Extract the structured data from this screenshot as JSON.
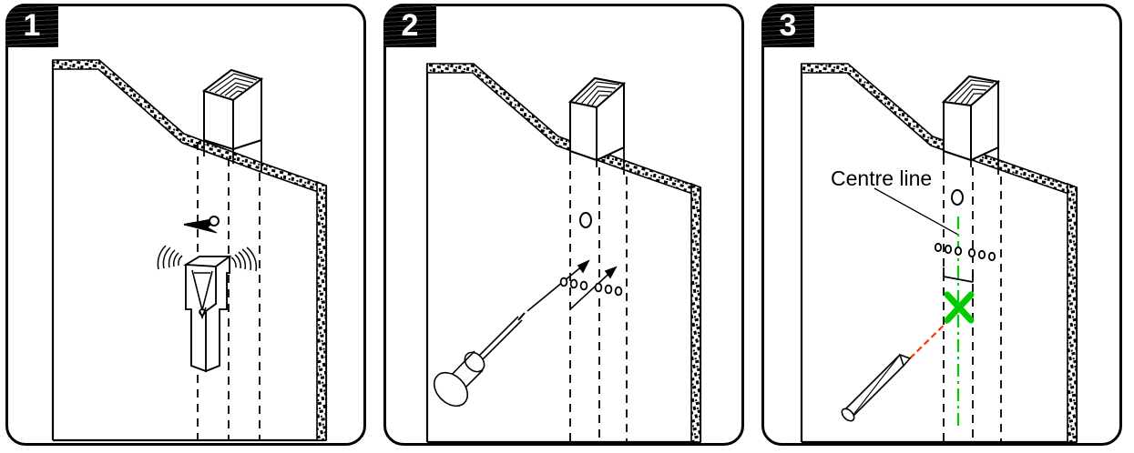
{
  "document": {
    "type": "instruction-diagram",
    "title": "Stud locating and marking instructions",
    "panel_count": 3
  },
  "panels": [
    {
      "number": "1",
      "name": "locate-stud-with-detector",
      "caption": "",
      "elements": {
        "detector": "stud-finder-device",
        "arrow": "scan-direction-arrow",
        "waves": "signal-waves",
        "post": "timber-stud",
        "guides": "dashed-centre-guides"
      }
    },
    {
      "number": "2",
      "name": "probe-stud-edges-with-screwdriver",
      "caption": "",
      "elements": {
        "tool": "screwdriver",
        "holes": "probe-holes",
        "arrows": "probe-direction-arrows",
        "hole_single": "fixing-hole",
        "post": "timber-stud",
        "guides": "dashed-centre-guides"
      }
    },
    {
      "number": "3",
      "name": "mark-centre-line-with-pencil",
      "caption": "Centre line",
      "elements": {
        "tool": "pencil",
        "laser": "marking-line",
        "cross": "centre-mark-cross",
        "centre_line": "centre-line",
        "leader": "leader-line",
        "bracket": "stud-width-bracket",
        "post": "timber-stud",
        "guides": "dashed-centre-guides"
      }
    }
  ],
  "labels": {
    "centre_line": "Centre line"
  },
  "colors": {
    "ink": "#000000",
    "paper": "#ffffff",
    "centre_green": "#00cc00",
    "mark_red": "#ff3300",
    "badge_bg": "#000000",
    "badge_text": "#ffffff"
  }
}
